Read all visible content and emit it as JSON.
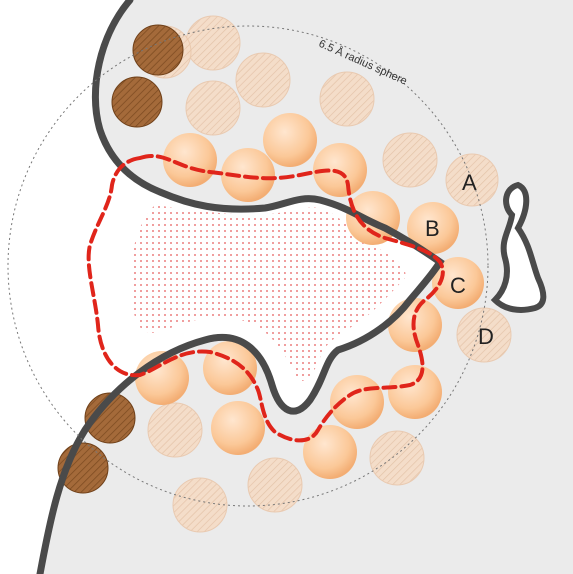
{
  "diagram": {
    "sphere_label": "6.5 Å radius sphere",
    "labels": {
      "a": "A",
      "b": "B",
      "c": "C",
      "d": "D"
    },
    "colors": {
      "background_region": "#ebebeb",
      "wall": "#4a4a4a",
      "pocket_outline": "#e0251b",
      "dot_fill": "#e23b3b",
      "sphere_outline": "#777777",
      "atom_light": "#fbd3b0",
      "atom_faint": "#f3ddcc",
      "atom_dark": "#9c6233"
    }
  }
}
